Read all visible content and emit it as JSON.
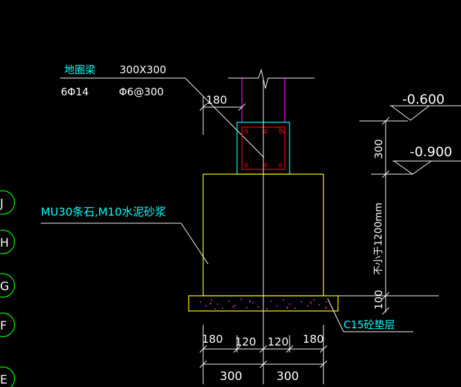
{
  "beam_label": "地圈梁",
  "beam_size": "300X300",
  "main_rebar": "6Φ14",
  "stirrup": "Φ6@300",
  "col_offset": "180",
  "elev_top": "-0.600",
  "elev_beam_bottom": "-0.900",
  "dim_beam_height": "300",
  "dim_footing_depth": "不小于1200mm",
  "dim_pad_thickness": "100",
  "footing_material": "MU30条石,M10水泥砂浆",
  "pad_material": "C15砼垫层",
  "bottom_dims_row1": [
    "180",
    "120",
    "120",
    "180"
  ],
  "bottom_dims_row2": [
    "300",
    "300"
  ],
  "axis_labels": [
    "J",
    "H",
    "G",
    "F",
    "E"
  ],
  "colors": {
    "background": "#000000",
    "white": "#ffffff",
    "yellow": "#ffff00",
    "cyan": "#00ffff",
    "magenta": "#ff00ff",
    "red": "#ff0000",
    "green": "#00ff00"
  }
}
